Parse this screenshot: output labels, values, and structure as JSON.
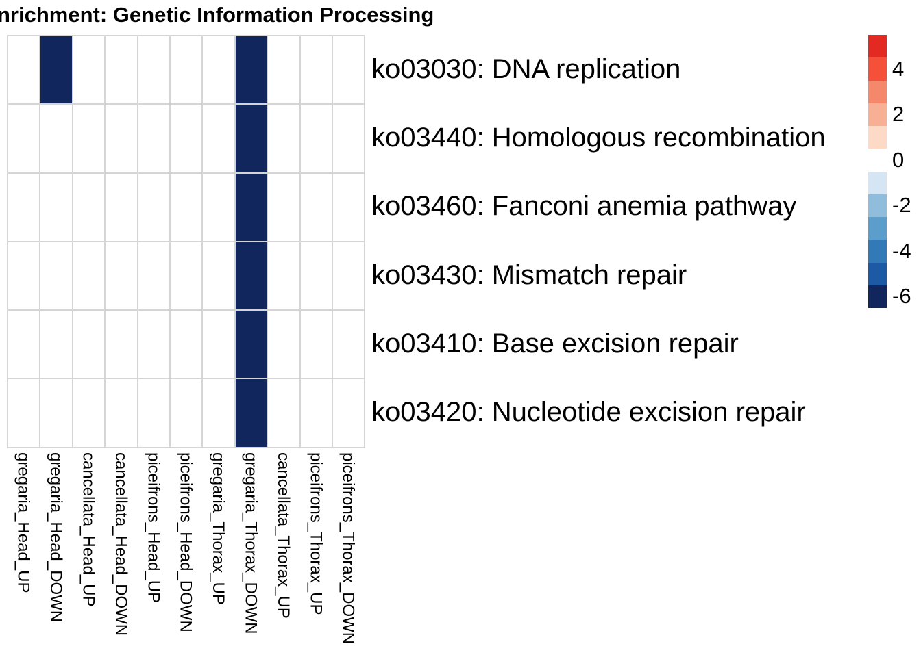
{
  "title": "nrichment: Genetic Information Processing",
  "colors": {
    "background": "#ffffff",
    "grid_line": "#d5d5d5",
    "empty_cell": "#ffffff",
    "text": "#000000"
  },
  "chart_data": {
    "type": "heatmap",
    "title": "nrichment: Genetic Information Processing",
    "legend_position": "right",
    "columns": [
      "gregaria_Head_UP",
      "gregaria_Head_DOWN",
      "cancellata_Head_UP",
      "cancellata_Head_DOWN",
      "piceifrons_Head_UP",
      "piceifrons_Head_DOWN",
      "gregaria_Thorax_UP",
      "gregaria_Thorax_DOWN",
      "cancellata_Thorax_UP",
      "piceifrons_Thorax_UP",
      "piceifrons_Thorax_DOWN"
    ],
    "rows": [
      "ko03030: DNA replication",
      "ko03440: Homologous recombination",
      "ko03460: Fanconi anemia pathway",
      "ko03430: Mismatch repair",
      "ko03410: Base excision repair",
      "ko03420: Nucleotide excision repair"
    ],
    "values": [
      [
        null,
        -6,
        null,
        null,
        null,
        null,
        null,
        -6,
        null,
        null,
        null
      ],
      [
        null,
        null,
        null,
        null,
        null,
        null,
        null,
        -6,
        null,
        null,
        null
      ],
      [
        null,
        null,
        null,
        null,
        null,
        null,
        null,
        -6,
        null,
        null,
        null
      ],
      [
        null,
        null,
        null,
        null,
        null,
        null,
        null,
        -6,
        null,
        null,
        null
      ],
      [
        null,
        null,
        null,
        null,
        null,
        null,
        null,
        -6,
        null,
        null,
        null
      ],
      [
        null,
        null,
        null,
        null,
        null,
        null,
        null,
        -6,
        null,
        null,
        null
      ]
    ],
    "colorbar": {
      "range_top": 5.5,
      "range_bottom": -6.5,
      "bins": [
        {
          "value": 5,
          "color": "#e22a22"
        },
        {
          "value": 4,
          "color": "#f4503a"
        },
        {
          "value": 3,
          "color": "#f5876a"
        },
        {
          "value": 2,
          "color": "#f8b094"
        },
        {
          "value": 1,
          "color": "#fcdac6"
        },
        {
          "value": 0,
          "color": "#ffffff"
        },
        {
          "value": -1,
          "color": "#d5e5f4"
        },
        {
          "value": -2,
          "color": "#91bddc"
        },
        {
          "value": -3,
          "color": "#5b9ecc"
        },
        {
          "value": -4,
          "color": "#3279b7"
        },
        {
          "value": -5,
          "color": "#1c5aa6"
        },
        {
          "value": -6,
          "color": "#11265c"
        }
      ],
      "ticks": [
        "4",
        "2",
        "0",
        "-2",
        "-4",
        "-6"
      ]
    }
  }
}
